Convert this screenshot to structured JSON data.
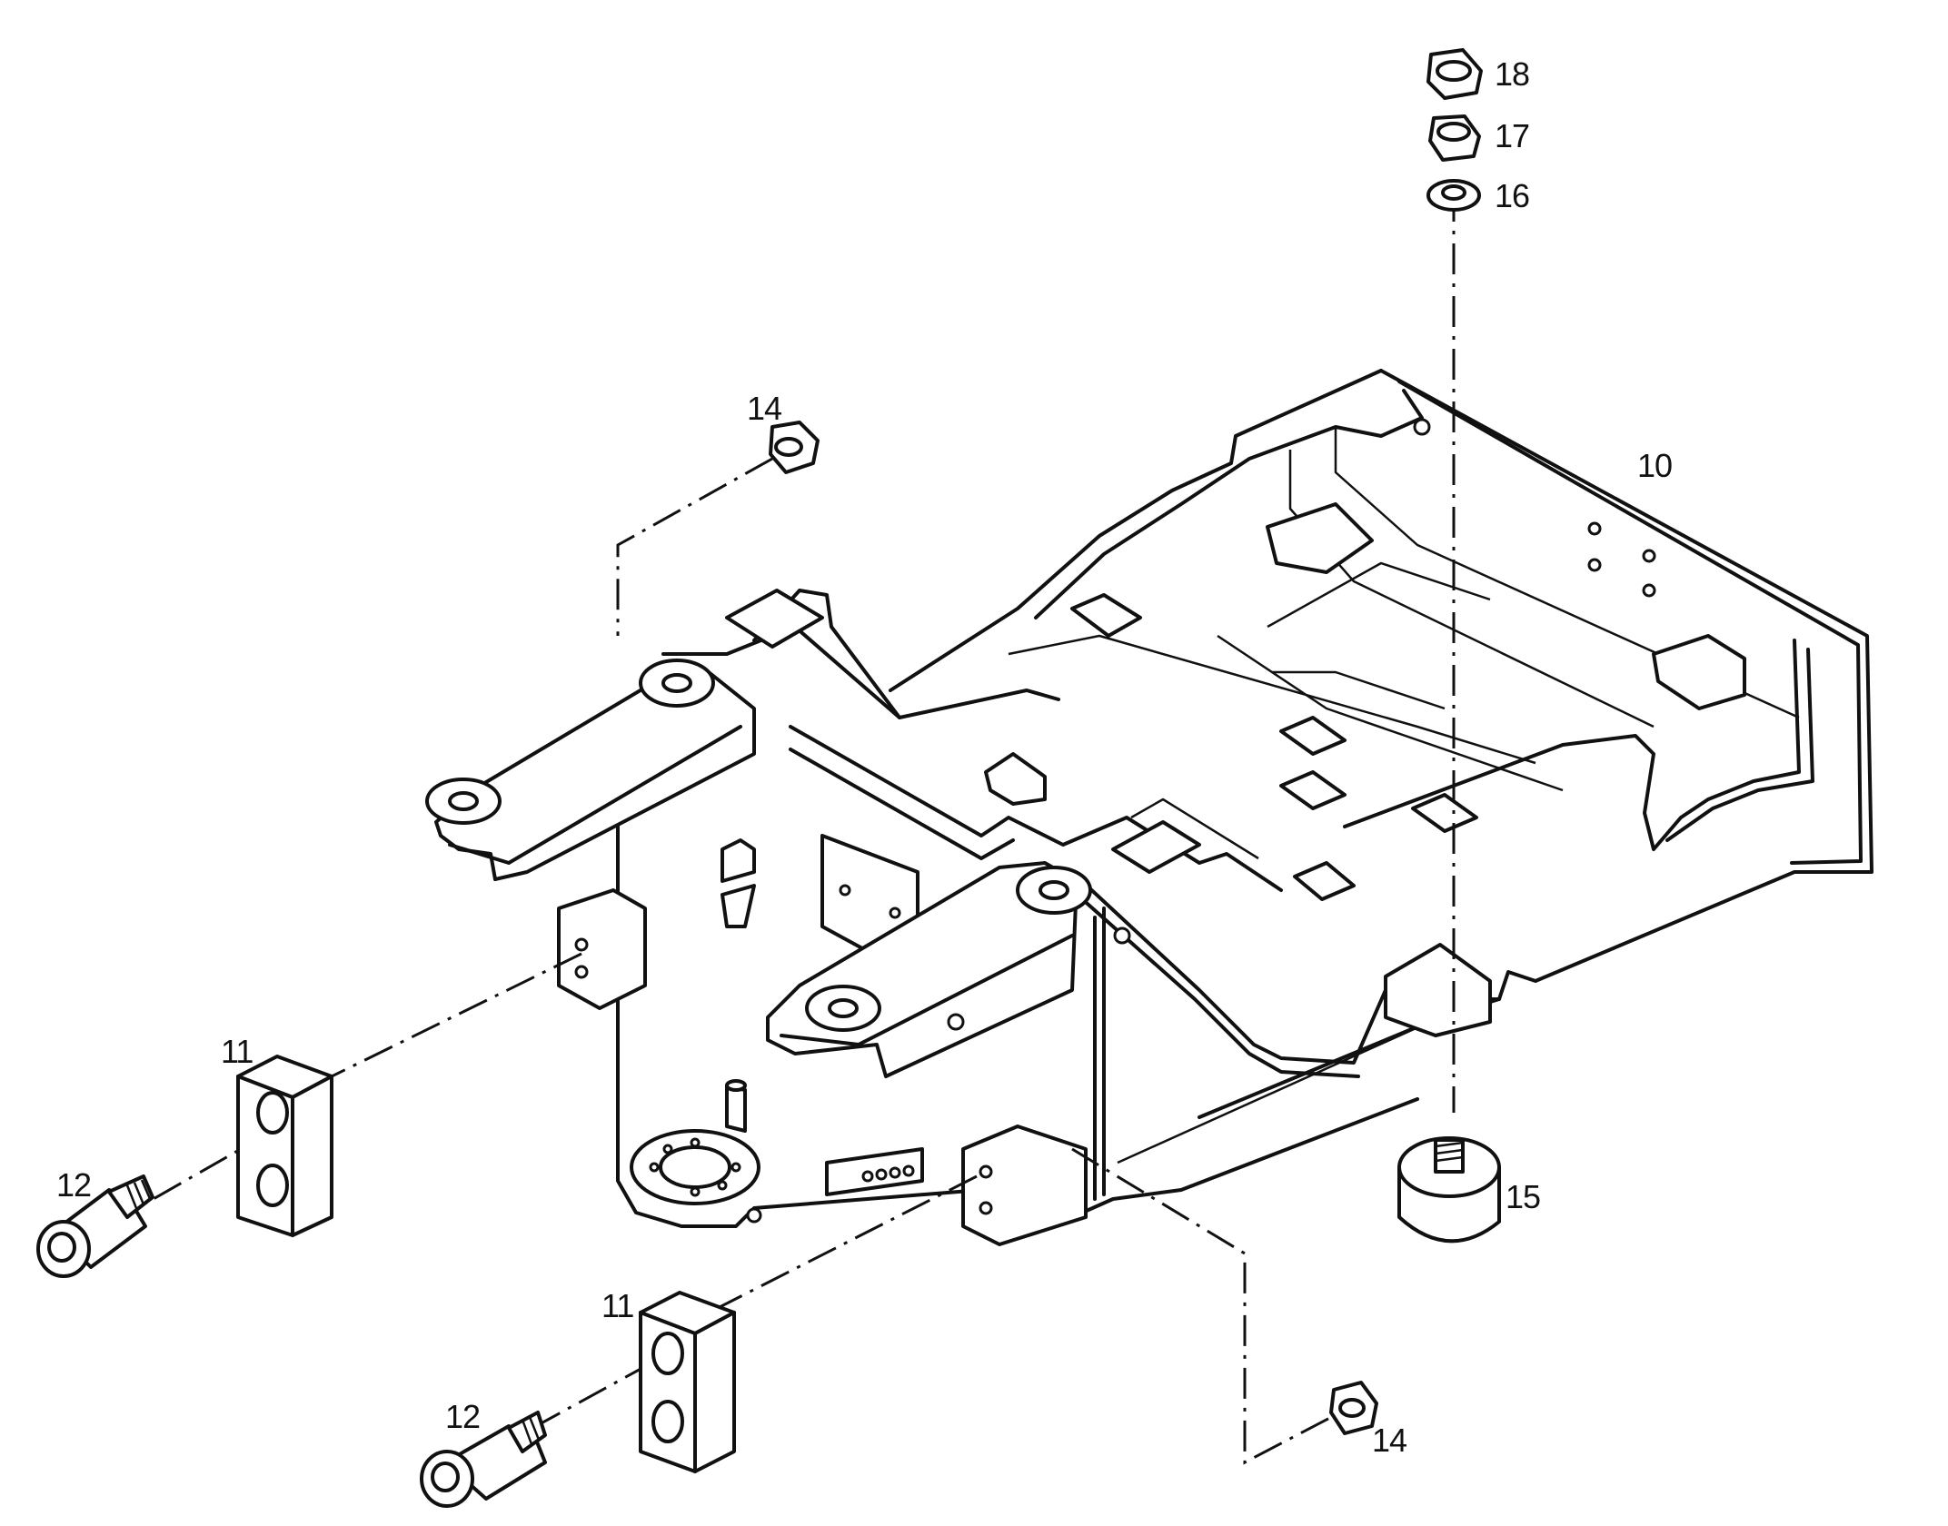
{
  "parts": [
    {
      "id": "frame",
      "label": "10"
    },
    {
      "id": "spacer-block-left",
      "label": "11"
    },
    {
      "id": "spacer-block-right",
      "label": "11"
    },
    {
      "id": "cap-screw-left",
      "label": "12"
    },
    {
      "id": "cap-screw-right",
      "label": "12"
    },
    {
      "id": "nut-upper",
      "label": "14"
    },
    {
      "id": "nut-lower",
      "label": "14"
    },
    {
      "id": "rubber-mount",
      "label": "15"
    },
    {
      "id": "washer",
      "label": "16"
    },
    {
      "id": "hex-nut",
      "label": "17"
    },
    {
      "id": "lock-nut",
      "label": "18"
    }
  ]
}
